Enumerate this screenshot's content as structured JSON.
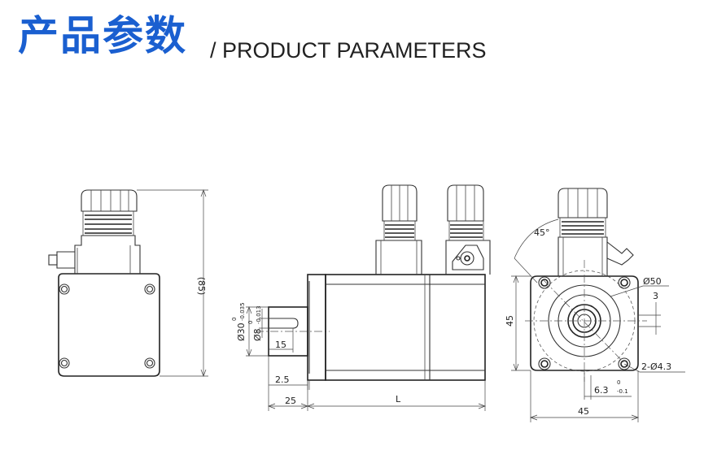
{
  "header": {
    "title_cn": "产品参数",
    "title_en": "/ PRODUCT PARAMETERS"
  },
  "colors": {
    "title_accent": "#1a5fd0",
    "line": "#333333"
  },
  "drawing": {
    "side_view": {
      "height_dim": "(85)"
    },
    "front_view": {
      "shaft_dia": "Ø30",
      "shaft_dia_tol_upper": "0",
      "shaft_dia_tol_lower": "-0.035",
      "key_dia": "Ø8",
      "key_dia_tol_upper": "0",
      "key_dia_tol_lower": "-0.013",
      "key_length": "15",
      "flange_thickness": "2.5",
      "shaft_length": "25",
      "body_length": "L"
    },
    "end_view": {
      "angle": "45°",
      "pilot_dia": "Ø50",
      "key_width": "3",
      "flange_height": "45",
      "flange_width": "45",
      "holes": "2-Ø4.3",
      "key_depth": "6.3",
      "key_depth_tol_upper": "0",
      "key_depth_tol_lower": "-0.1"
    }
  }
}
